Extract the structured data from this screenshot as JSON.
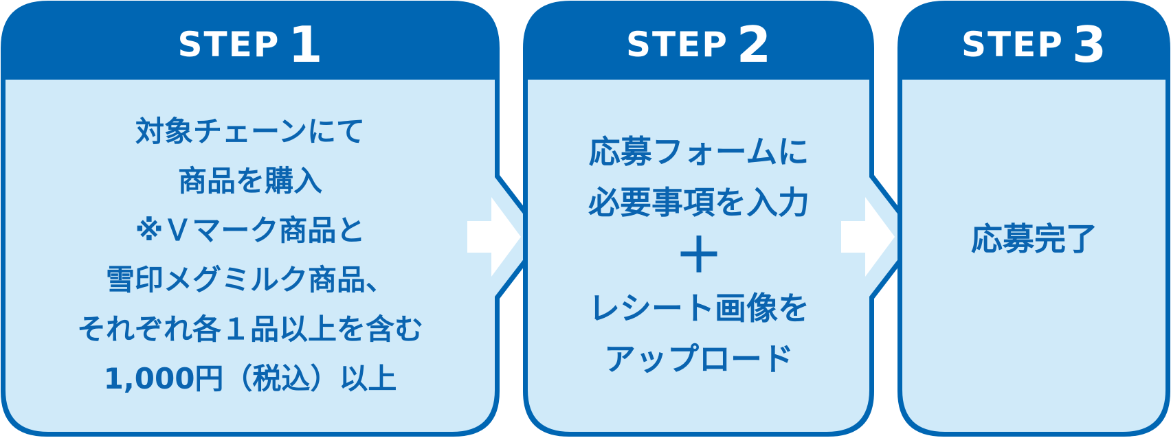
{
  "colors": {
    "primary": "#0066b3",
    "body_fill": "#d0eaf9",
    "text": "#0a64b0",
    "arrow": "#ffffff"
  },
  "steps": [
    {
      "label": "STEP",
      "number": "1",
      "lines": [
        "対象チェーンにて",
        "商品を購入",
        "※Ｖマーク商品と",
        "雪印メグミルク商品、",
        "それぞれ各１品以上を含む",
        "1,000円（税込）以上"
      ]
    },
    {
      "label": "STEP",
      "number": "2",
      "lines_top": [
        "応募フォームに",
        "必要事項を入力"
      ],
      "connector": "＋",
      "lines_bottom": [
        "レシート画像を",
        "アップロード"
      ]
    },
    {
      "label": "STEP",
      "number": "3",
      "lines": [
        "応募完了"
      ]
    }
  ],
  "arrows": [
    "arrow-right-icon",
    "arrow-right-icon"
  ]
}
